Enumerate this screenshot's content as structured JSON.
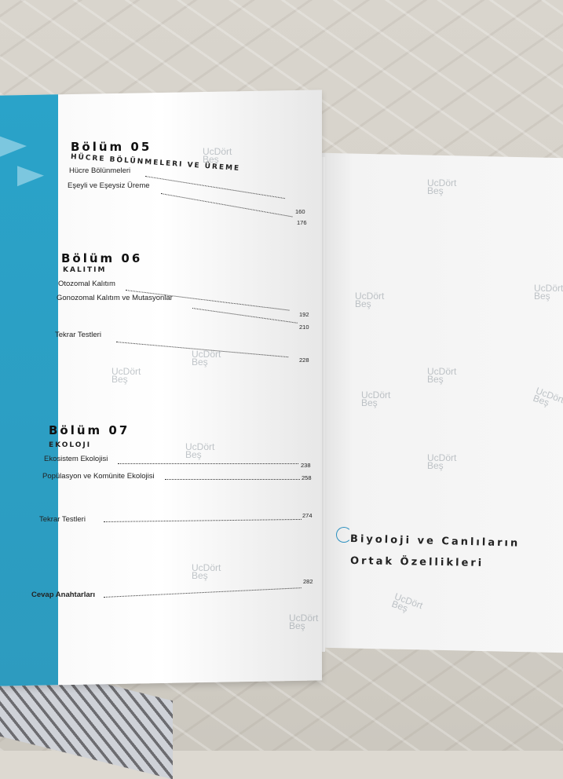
{
  "chapters": [
    {
      "heading": "Bölüm 05",
      "subtitle": "Hücre Bölünmeleri ve Üreme",
      "entries": [
        {
          "label": "Hücre Bölünmeleri",
          "page": "160"
        },
        {
          "label": "Eşeyli ve Eşeysiz Üreme",
          "page": "176"
        }
      ]
    },
    {
      "heading": "Bölüm 06",
      "subtitle": "Kalıtım",
      "entries": [
        {
          "label": "Otozomal Kalıtım",
          "page": "192"
        },
        {
          "label": "Gonozomal Kalıtım ve Mutasyonlar",
          "page": "210"
        },
        {
          "label": "Tekrar Testleri",
          "page": "228"
        }
      ]
    },
    {
      "heading": "Bölüm 07",
      "subtitle": "Ekoloji",
      "entries": [
        {
          "label": "Ekosistem Ekolojisi",
          "page": "238"
        },
        {
          "label": "Popülasyon ve Komünite Ekolojisi",
          "page": "258"
        },
        {
          "label": "Tekrar Testleri",
          "page": "274"
        }
      ]
    }
  ],
  "answer_keys": {
    "label": "Cevap Anahtarları",
    "page": "282"
  },
  "right_title": {
    "line1": "Biyoloji ve Canlıların",
    "line2": "Ortak Özellikleri"
  },
  "watermark": {
    "line1": "UcDört",
    "line2": "Beş"
  },
  "colors": {
    "accent": "#2aa3c9",
    "text": "#1e1e1e"
  }
}
